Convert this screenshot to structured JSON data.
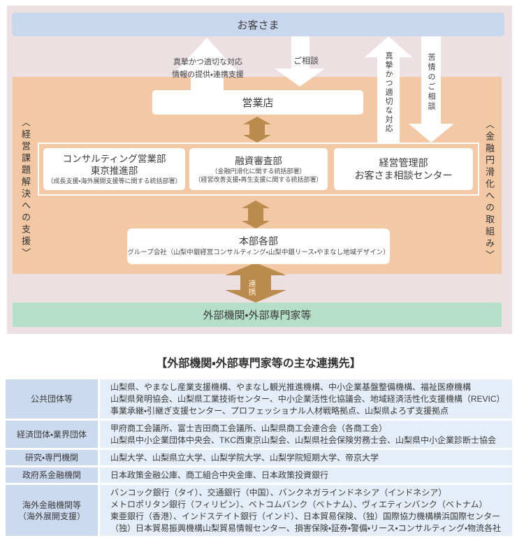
{
  "diagram": {
    "customer_label": "お客さま",
    "branch_label": "営業店",
    "external_label": "外部機関・外部専門家等",
    "left_axis_label": "〈経営課題解決への支援〉",
    "right_axis_label": "〈金融円滑化への取組み〉",
    "arrow_labels": {
      "sincere_response_line1": "真摯かつ適切な対応",
      "sincere_response_line2": "情報の提供・連携支援",
      "consultation": "ご相談",
      "sincere_response_right": "真摯かつ適切な対応",
      "complaint_consultation": "苦情のご相談",
      "collaboration": "連携"
    },
    "dept1": {
      "l1": "コンサルティング営業部",
      "l2": "東京推進部",
      "l3": "（成長支援・海外展開支援等に関する統括部署）"
    },
    "dept2": {
      "l1": "融資審査部",
      "l2": "（金融円滑化に関する統括部署）",
      "l3": "（経営改善支援・再生支援に関する統括部署）"
    },
    "dept3": {
      "l1": "経営管理部",
      "l2": "お客さま相談センター"
    },
    "headquarters": {
      "title": "本部各部",
      "subtitle": "グループ会社（山梨中銀経営コンサルティング・山梨中銀リース・やまなし地域デザイン）"
    }
  },
  "partners": {
    "heading": "【外部機関・外部専門家等の主な連携先】",
    "rows": [
      {
        "category_lines": [
          "公共団体等"
        ],
        "lines": [
          "山梨県、やまなし産業支援機構、やまなし観光推進機構、中小企業基盤整備機構、福祉医療機構",
          "山梨県発明協会、山梨県工業技術センター、中小企業活性化協議会、地域経済活性化支援機構（REVIC）",
          "事業承継・引継ぎ支援センター、プロフェッショナル人材戦略拠点、山梨県よろず支援拠点"
        ]
      },
      {
        "category_lines": [
          "経済団体・業界団体"
        ],
        "lines": [
          "甲府商工会議所、富士吉田商工会議所、山梨県商工会連合会（各商工会）",
          "山梨県中小企業団体中央会、TKC西東京山梨会、山梨県社会保険労務士会、山梨県中小企業診断士協会"
        ]
      },
      {
        "category_lines": [
          "研究・専門機関"
        ],
        "lines": [
          "山梨大学、山梨県立大学、山梨学院大学、山梨学院短期大学、帝京大学"
        ]
      },
      {
        "category_lines": [
          "政府系金融機関"
        ],
        "lines": [
          "日本政策金融公庫、商工組合中央金庫、日本政策投資銀行"
        ]
      },
      {
        "category_lines": [
          "海外金融機関等",
          "（海外展開支援）"
        ],
        "lines": [
          "バンコック銀行（タイ）、交通銀行（中国）、バンクネガラインドネシア（インドネシア）",
          "メトロポリタン銀行（フィリピン）、ベトコムバンク（ベトナム）、ヴィエティンバンク（ベトナム）",
          "東亜銀行（香港）、インドステイト銀行（インド）、日本貿易保険、（独）国際協力機構横浜国際センター",
          "（独）日本貿易振興機構山梨貿易情報センター、損害保険・証券・警備・リース・コンサルティング・物流各社"
        ]
      }
    ]
  },
  "colors": {
    "background_panel": "#ece0e3",
    "customer_bar": "#c9d7ee",
    "internal_panel": "#f2c8a5",
    "external_bar": "#b6dfc9",
    "link_arrow": "#bb8a4d",
    "flow_arrow": "#ffffff",
    "table_category_bg": "#cbdaef",
    "table_content_bg": "#e4edf8"
  }
}
